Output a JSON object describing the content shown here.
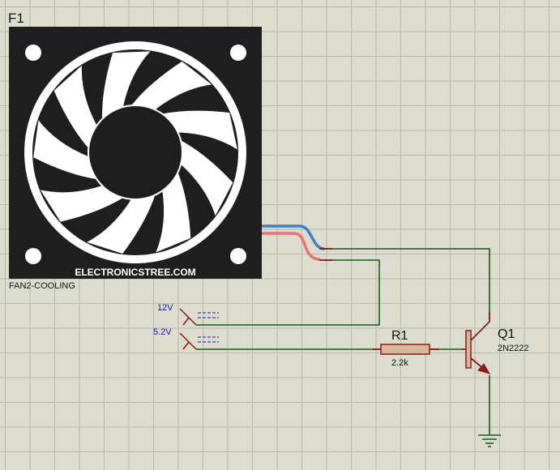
{
  "fan": {
    "ref": "F1",
    "model": "FAN2-COOLING",
    "brand": "ELECTRONICSTREE.COM",
    "blade_count": 9
  },
  "inputs": [
    {
      "label": "12V"
    },
    {
      "label": "5.2V"
    }
  ],
  "resistor": {
    "ref": "R1",
    "value": "2.2k"
  },
  "transistor": {
    "ref": "Q1",
    "model": "2N2222"
  },
  "colors": {
    "wire": "#1a5a1a",
    "component": "#8b1a1a",
    "label_blue": "#1a1aa0",
    "fan_body": "#1e1e1e",
    "wire_blue": "#3a7fd0",
    "wire_red": "#f07070",
    "resistor_fill": "#d8b89a"
  }
}
